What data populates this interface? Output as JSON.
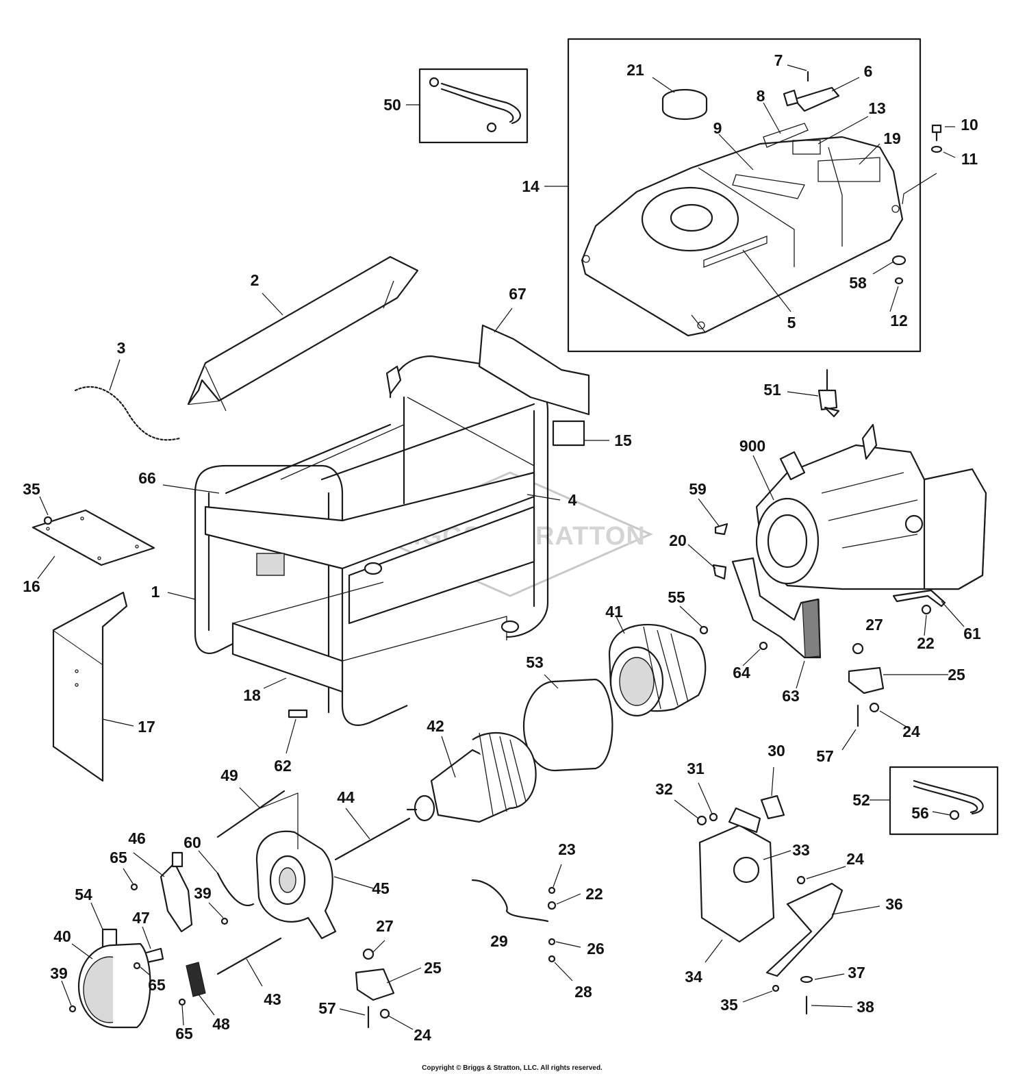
{
  "diagram": {
    "watermark": "BRIGGS&STRATTON",
    "copyright": "Copyright © Briggs & Stratton, LLC. All rights reserved.",
    "callouts": {
      "c1": "1",
      "c2": "2",
      "c3": "3",
      "c4": "4",
      "c5": "5",
      "c6": "6",
      "c7": "7",
      "c8": "8",
      "c9": "9",
      "c10": "10",
      "c11": "11",
      "c12": "12",
      "c13": "13",
      "c14": "14",
      "c15": "15",
      "c16": "16",
      "c17": "17",
      "c18": "18",
      "c19": "19",
      "c20": "20",
      "c21": "21",
      "c22a": "22",
      "c22b": "22",
      "c23": "23",
      "c24a": "24",
      "c24b": "24",
      "c24c": "24",
      "c25a": "25",
      "c25b": "25",
      "c26": "26",
      "c27a": "27",
      "c27b": "27",
      "c28": "28",
      "c29": "29",
      "c30": "30",
      "c31": "31",
      "c32": "32",
      "c33": "33",
      "c34": "34",
      "c35a": "35",
      "c35b": "35",
      "c36": "36",
      "c37": "37",
      "c38": "38",
      "c39a": "39",
      "c39b": "39",
      "c40": "40",
      "c41": "41",
      "c42": "42",
      "c43": "43",
      "c44": "44",
      "c45": "45",
      "c46": "46",
      "c47": "47",
      "c48": "48",
      "c49": "49",
      "c50": "50",
      "c51": "51",
      "c52": "52",
      "c53": "53",
      "c54": "54",
      "c55": "55",
      "c56": "56",
      "c57a": "57",
      "c57b": "57",
      "c58": "58",
      "c59": "59",
      "c60": "60",
      "c61": "61",
      "c62": "62",
      "c63": "63",
      "c64": "64",
      "c65a": "65",
      "c65b": "65",
      "c65c": "65",
      "c66": "66",
      "c67": "67",
      "c900": "900"
    }
  }
}
